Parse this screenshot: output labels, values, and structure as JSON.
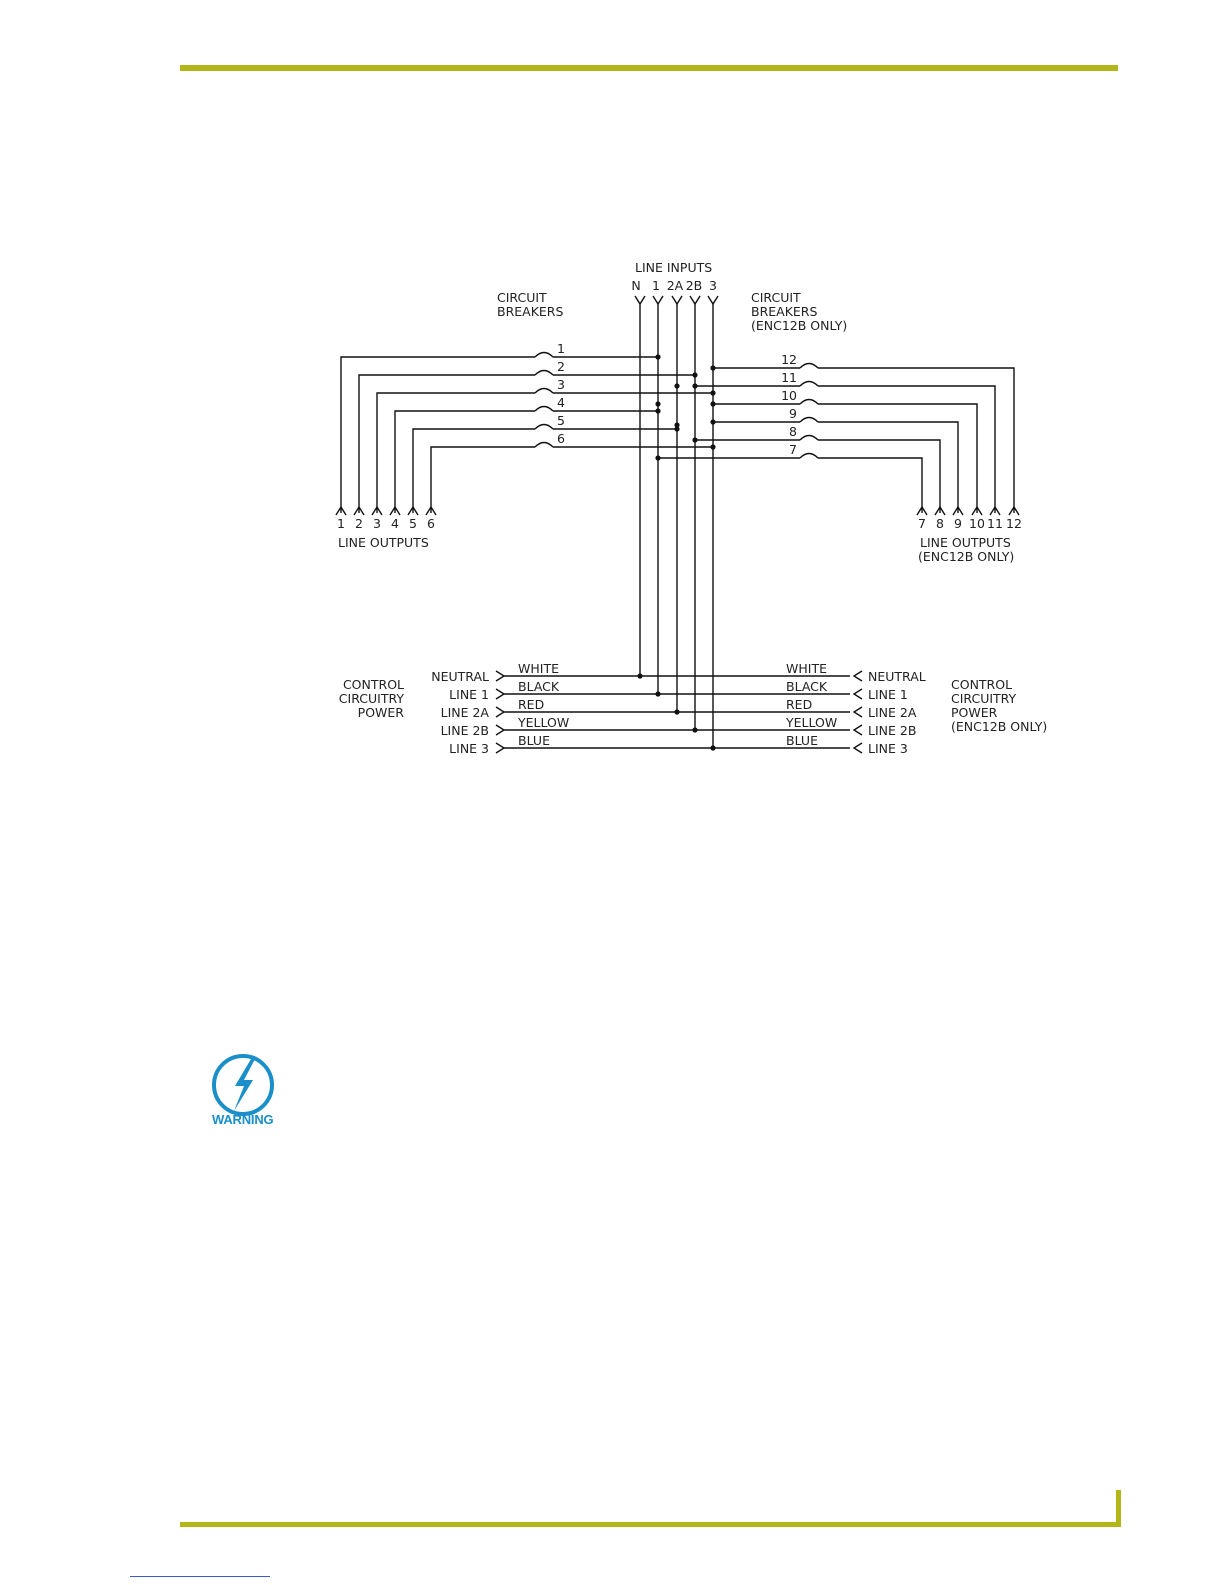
{
  "diagram": {
    "line_inputs": {
      "title": "LINE INPUTS",
      "labels": [
        "N",
        "1",
        "2A",
        "2B",
        "3"
      ]
    },
    "left_breakers": {
      "label_lines": [
        "CIRCUIT",
        "BREAKERS"
      ],
      "numbers": [
        "1",
        "2",
        "3",
        "4",
        "5",
        "6"
      ]
    },
    "right_breakers": {
      "label_lines": [
        "CIRCUIT",
        "BREAKERS",
        "(ENC12B ONLY)"
      ],
      "numbers": [
        "12",
        "11",
        "10",
        "9",
        "8",
        "7"
      ]
    },
    "left_outputs": {
      "numbers": [
        "1",
        "2",
        "3",
        "4",
        "5",
        "6"
      ],
      "label_lines": [
        "LINE OUTPUTS"
      ]
    },
    "right_outputs": {
      "numbers": [
        "7",
        "8",
        "9",
        "10",
        "11",
        "12"
      ],
      "label_lines": [
        "LINE OUTPUTS",
        "(ENC12B ONLY)"
      ]
    },
    "control_left": {
      "label_lines": [
        "CONTROL",
        "CIRCUITRY",
        "POWER"
      ]
    },
    "control_right": {
      "label_lines": [
        "CONTROL",
        "CIRCUITRY",
        "POWER",
        "(ENC12B ONLY)"
      ]
    },
    "control_lines": [
      {
        "name": "NEUTRAL",
        "color": "WHITE"
      },
      {
        "name": "LINE 1",
        "color": "BLACK"
      },
      {
        "name": "LINE 2A",
        "color": "RED"
      },
      {
        "name": "LINE 2B",
        "color": "YELLOW"
      },
      {
        "name": "LINE 3",
        "color": "BLUE"
      }
    ]
  },
  "warning": {
    "label": "WARNING",
    "accent": "#1a8fc9"
  },
  "theme": {
    "rule_color": "#b3b619"
  }
}
